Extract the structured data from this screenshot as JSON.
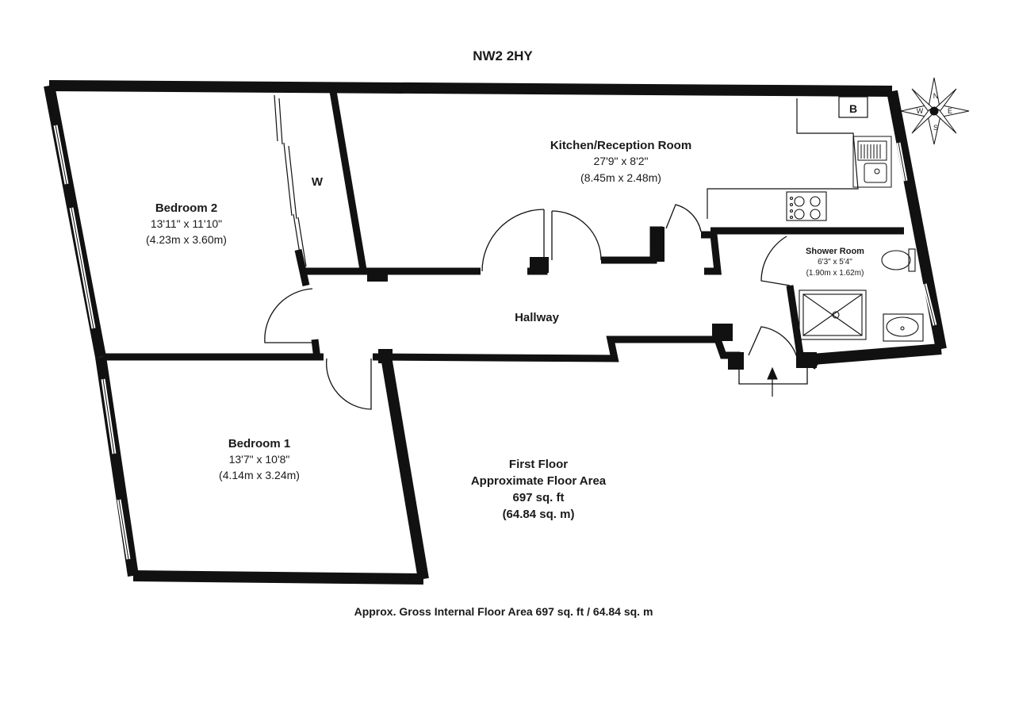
{
  "title": "NW2 2HY",
  "rooms": {
    "bedroom2": {
      "name": "Bedroom 2",
      "imperial": "13'11\" x 11'10\"",
      "metric": "(4.23m x 3.60m)"
    },
    "bedroom1": {
      "name": "Bedroom 1",
      "imperial": "13'7\" x 10'8\"",
      "metric": "(4.14m x 3.24m)"
    },
    "kitchen": {
      "name": "Kitchen/Reception Room",
      "imperial": "27'9\" x 8'2\"",
      "metric": "(8.45m x 2.48m)"
    },
    "shower": {
      "name": "Shower Room",
      "imperial": "6'3\" x 5'4\"",
      "metric": "(1.90m x 1.62m)"
    },
    "hallway": {
      "name": "Hallway"
    }
  },
  "wardrobe_label": "W",
  "boiler_label": "B",
  "compass": {
    "n": "N",
    "s": "S",
    "e": "E",
    "w": "W"
  },
  "floor_info": {
    "line1": "First Floor",
    "line2": "Approximate Floor Area",
    "line3": "697 sq. ft",
    "line4": "(64.84 sq. m)"
  },
  "footer": "Approx. Gross Internal Floor Area 697 sq. ft / 64.84 sq. m",
  "colors": {
    "wall": "#111111",
    "ink": "#1a1a1a",
    "background": "#ffffff"
  }
}
